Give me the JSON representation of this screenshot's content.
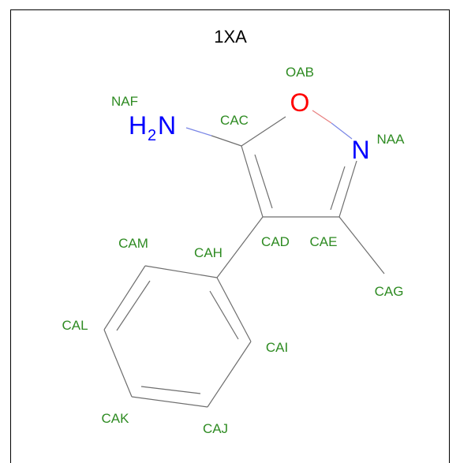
{
  "title": "1XA",
  "colors": {
    "border": "#000000",
    "bond": "#6e6e6e",
    "label": "#2e8b22",
    "oxygen": "#ff0000",
    "nitrogen": "#0000ff"
  },
  "atoms": {
    "O": "O",
    "N": "N",
    "H2N_H": "H",
    "H2N_sub": "2",
    "H2N_N": "N"
  },
  "names": {
    "NAF": "NAF",
    "OAB": "OAB",
    "CAC": "CAC",
    "NAA": "NAA",
    "CAD": "CAD",
    "CAE": "CAE",
    "CAM": "CAM",
    "CAH": "CAH",
    "CAG": "CAG",
    "CAL": "CAL",
    "CAI": "CAI",
    "CAK": "CAK",
    "CAJ": "CAJ"
  }
}
